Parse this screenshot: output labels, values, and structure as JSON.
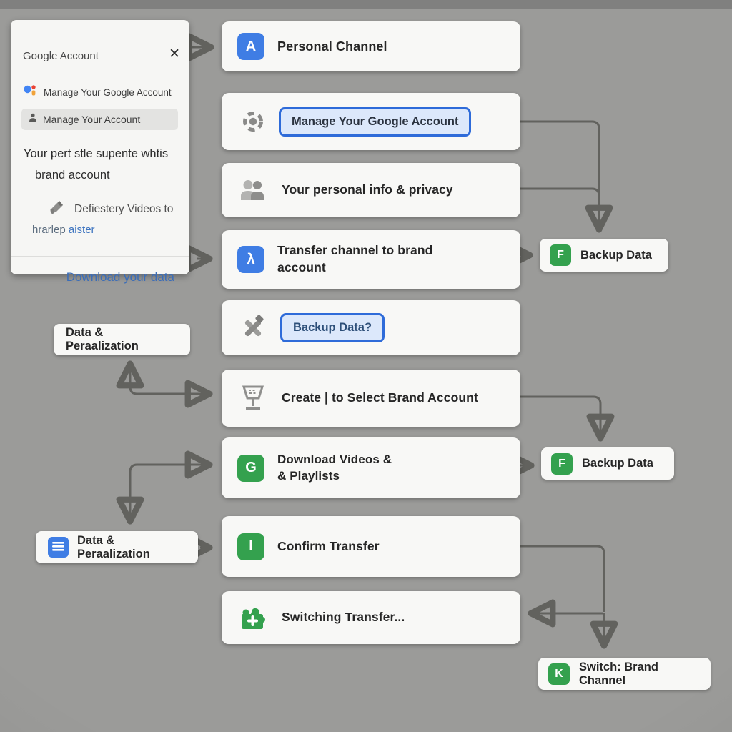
{
  "colors": {
    "background": "#9b9b99",
    "wire": "#62625e",
    "accent_blue": "#3f7de4",
    "accent_green": "#34a14e",
    "highlight_border": "#2e6bd9",
    "highlight_fill": "#dce8fb",
    "link_blue": "#3b6db8"
  },
  "popup": {
    "title": "Google Account",
    "close_glyph": "✕",
    "assistant_icon": "google-assistant-icon",
    "assistant_label": "Manage Your Google Account",
    "account_button_icon": "person-icon",
    "account_button_label": "Manage Your Account",
    "body_line1": "Your pert stle supente whtis",
    "body_line2": "brand account",
    "videos_icon": "megaphone-icon",
    "videos_line1": "Defiestery Videos to",
    "videos_line2a": "hrarlep",
    "videos_line2b": " aister",
    "download_link": "Download your data"
  },
  "flow": {
    "main": [
      {
        "label1": "Personal Channel",
        "badge": "A",
        "icon": "letter-badge-blue"
      },
      {
        "label1": "Manage Your Google Account",
        "icon": "gear-icon",
        "highlighted": true
      },
      {
        "label1": "Your personal info & privacy",
        "icon": "people-icon"
      },
      {
        "label1": "Transfer channel to brand",
        "label2": "account",
        "badge": "λ",
        "icon": "letter-badge-blue"
      },
      {
        "label1": "Backup Data?",
        "icon": "crossed-tools-icon",
        "highlighted": true
      },
      {
        "label1": "Create | to Select Brand Account",
        "icon": "trophy-icon"
      },
      {
        "label1": "Download Videos &",
        "label2": "& Playlists",
        "badge": "G",
        "icon": "letter-badge-green"
      },
      {
        "label1": "Confirm Transfer",
        "badge": "I",
        "icon": "letter-badge-green"
      },
      {
        "label1": "Switching Transfer...",
        "icon": "puzzle-icon"
      }
    ],
    "right": [
      {
        "label": "Backup Data",
        "badge": "F"
      },
      {
        "label": "Backup Data",
        "badge": "F"
      },
      {
        "label": "Switch: Brand Channel",
        "badge": "K"
      }
    ],
    "left": [
      {
        "label": "Data & Peraalization"
      },
      {
        "label": "Data & Peraalization",
        "icon": "list-icon"
      }
    ]
  }
}
